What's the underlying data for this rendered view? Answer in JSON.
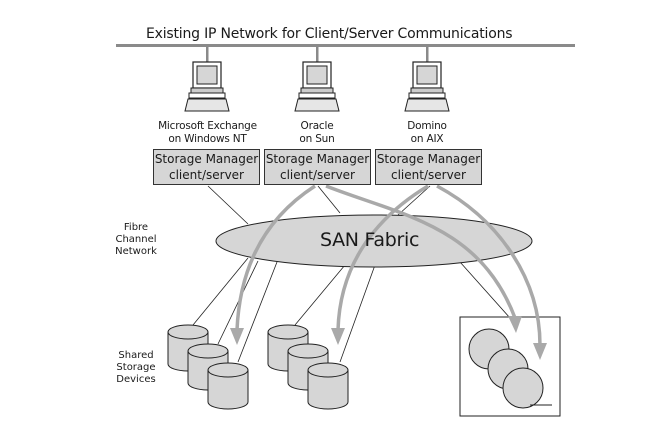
{
  "network": {
    "title": "Existing IP Network for Client/Server Communications"
  },
  "hosts": [
    {
      "name": "workstation-exchange",
      "label_line1": "Microsoft Exchange",
      "label_line2": "on Windows NT",
      "box_line1": "Storage Manager",
      "box_line2": "client/server"
    },
    {
      "name": "workstation-oracle",
      "label_line1": "Oracle",
      "label_line2": "on Sun",
      "box_line1": "Storage Manager",
      "box_line2": "client/server"
    },
    {
      "name": "workstation-domino",
      "label_line1": "Domino",
      "label_line2": "on AIX",
      "box_line1": "Storage Manager",
      "box_line2": "client/server"
    }
  ],
  "fabric": {
    "label": "SAN Fabric",
    "side_label": [
      "Fibre",
      "Channel",
      "Network"
    ]
  },
  "storage": {
    "side_label": [
      "Shared",
      "Storage",
      "Devices"
    ],
    "disk_groups": 2,
    "disks_per_group": 3,
    "tape_library_media": 3
  },
  "colors": {
    "fill": "#d6d6d6",
    "stroke": "#222222",
    "network_bar": "#8a8a8a",
    "data_flow_arrow": "#a9a9a9"
  }
}
